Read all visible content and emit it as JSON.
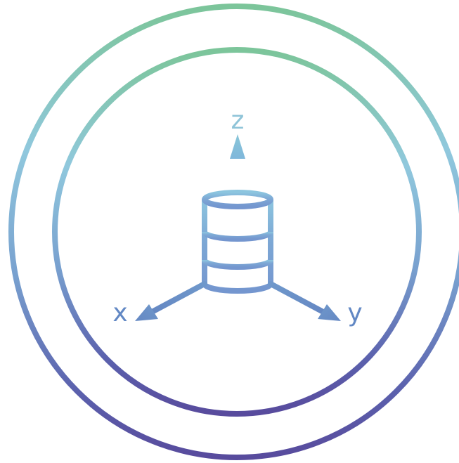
{
  "diagram": {
    "axes": {
      "z": "z",
      "x": "x",
      "y": "y"
    },
    "icons": {
      "center": "cylinder-database-icon",
      "outer": "concentric-rings"
    },
    "colors": {
      "green": "#7cc59a",
      "light_blue": "#90c8dd",
      "mid_blue": "#78a0cf",
      "indigo": "#5b61ad",
      "deep_indigo": "#584b9d"
    }
  }
}
